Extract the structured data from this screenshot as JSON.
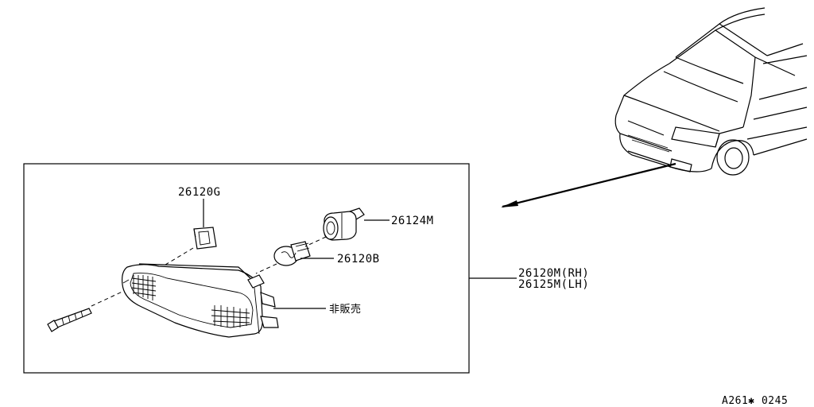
{
  "labels": {
    "clip": "26120G",
    "socket": "26124M",
    "bulb": "26120B",
    "assy_rh": "26120M(RH)",
    "assy_lh": "26125M(LH)",
    "not_sold": "非販売",
    "figure_code": "A261✱ 0245"
  }
}
